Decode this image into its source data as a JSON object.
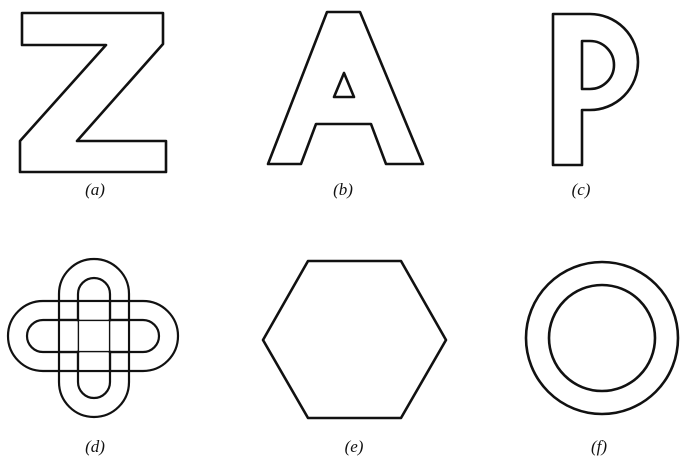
{
  "panels": [
    {
      "id": "a",
      "caption": "(a)",
      "shape": "letter-Z-outline"
    },
    {
      "id": "b",
      "caption": "(b)",
      "shape": "letter-A-outline"
    },
    {
      "id": "c",
      "caption": "(c)",
      "shape": "letter-P-outline"
    },
    {
      "id": "d",
      "caption": "(d)",
      "shape": "interlaced-knot"
    },
    {
      "id": "e",
      "caption": "(e)",
      "shape": "hexagon"
    },
    {
      "id": "f",
      "caption": "(f)",
      "shape": "ring"
    }
  ],
  "colors": {
    "stroke": "#111111",
    "background": "#ffffff"
  }
}
